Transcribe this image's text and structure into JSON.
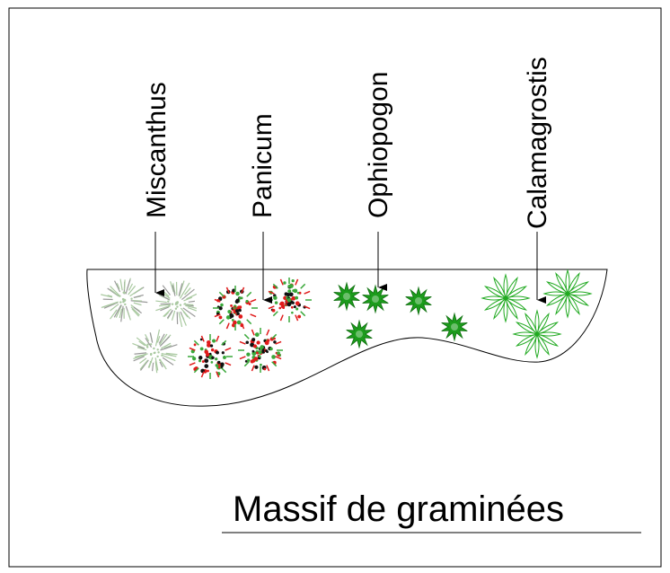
{
  "labels": {
    "miscanthus": "Miscanthus",
    "panicum": "Panicum",
    "ophiopogon": "Ophiopogon",
    "calamagrostis": "Calamagrostis"
  },
  "title": "Massif de graminées",
  "colors": {
    "frame": "#000000",
    "miscanthus": "#a9c9a0",
    "miscanthus_gray": "#9a9a9a",
    "panicum_red": "#e01b1b",
    "panicum_green": "#3aa83a",
    "panicum_black": "#111111",
    "ophiopogon": "#1c9c1c",
    "calamagrostis": "#22aa22"
  },
  "plants": {
    "miscanthus": 3,
    "panicum": 4,
    "ophiopogon": 5,
    "calamagrostis": 3
  }
}
